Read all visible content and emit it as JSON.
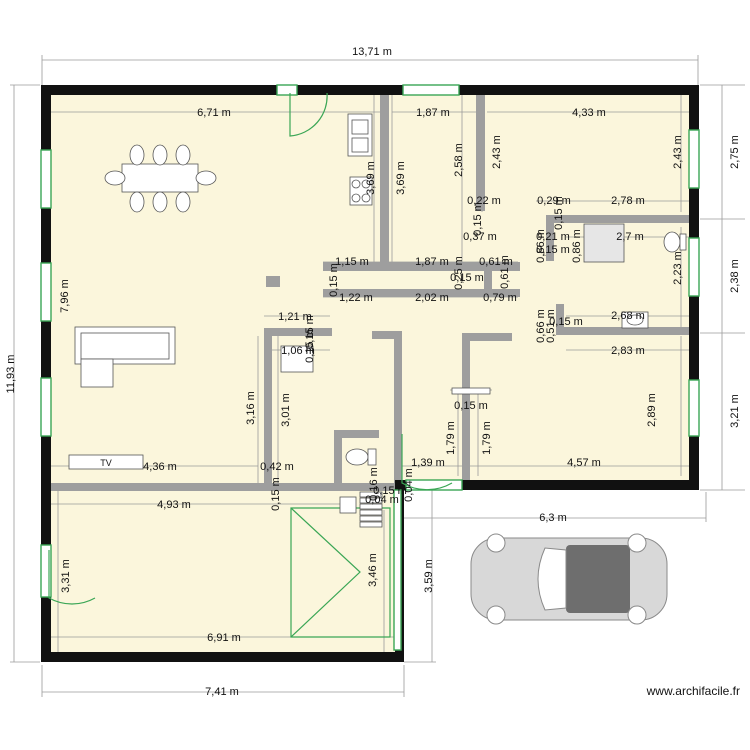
{
  "colors": {
    "floor": "#fbf6dc",
    "outer_wall": "#111111",
    "inner_wall": "#9e9e9e",
    "dimension_line": "#9a9a9a",
    "window": "#3aa655",
    "door_swing": "#3aa655",
    "stair": "#3aa655",
    "car_body": "#d8d8d8",
    "car_roof": "#6e6e6e",
    "furniture_fill": "#ffffff",
    "furniture_stroke": "#555555"
  },
  "plan": {
    "dimensions": {
      "total_width": "13,71 m",
      "total_height": "11,93 m",
      "lower_width": "7,41 m",
      "right_upper_height": "2,75 m",
      "right_middle_height": "2,38 m",
      "right_lower_height": "3,21 m",
      "garage_height": "3,59 m",
      "garage_offset": "6,3 m",
      "living_room_width": "6,71 m",
      "kitchen_width": "1,87 m",
      "right_room_width": "4,33 m",
      "kitchen_depth_a": "2,58 m",
      "kitchen_depth_b": "2,43 m",
      "right_room_height": "2,43 m",
      "pantry_height_a": "3,69 m",
      "pantry_height_b": "3,69 m",
      "wall_a": "0,22 m",
      "wall_b": "0,29 m",
      "bathroom_width_a": "2,78 m",
      "wall_c": "0,15 m",
      "wall_d": "0,37 m",
      "wall_e": "0,15 m",
      "wall_f": "0,21 m",
      "bathroom_width_b": "2,7 m",
      "wall_g": "0,15 m",
      "shower_height_a": "0,86 m",
      "shower_height_b": "0,86 m",
      "corridor_a": "1,15 m",
      "corridor_b": "1,87 m",
      "corridor_c": "0,25 m",
      "corridor_d": "0,15 m",
      "corridor_e": "0,15 m",
      "corridor_f": "0,61 m",
      "corridor_g": "0,61 m",
      "bathroom_right_height": "2,23 m",
      "living_room_height": "7,96 m",
      "corridor_h": "1,22 m",
      "corridor_i": "2,02 m",
      "corridor_j": "0,79 m",
      "wall_h": "0,15 m",
      "toilet_width": "2,68 m",
      "toilet_height_a": "0,66 m",
      "toilet_height_b": "0,51 m",
      "room_width": "1,21 m",
      "wall_i": "0,15 m",
      "closet_width": "1,06 m",
      "wall_j": "0,15 m",
      "bedroom_width": "2,83 m",
      "closet_height_a": "3,16 m",
      "closet_height_b": "3,01 m",
      "wall_k": "0,15 m",
      "bedroom_height": "2,89 m",
      "hall_height_a": "1,79 m",
      "hall_height_b": "1,79 m",
      "wc_width": "1,39 m",
      "bedroom_width_b": "4,57 m",
      "living_lower_width": "4,36 m",
      "wall_l": "0,42 m",
      "wall_m": "0,15 m",
      "wall_n": "0,16 m",
      "wall_o": "0,15 m",
      "wall_p": "0,04 m",
      "wall_q": "0,04 m",
      "garage_width_a": "4,93 m",
      "garage_inner_height": "3,31 m",
      "stair_height": "3,46 m",
      "garage_width_b": "6,91 m"
    },
    "labels": {
      "tv": "TV"
    }
  },
  "credit": "www.archifacile.fr"
}
